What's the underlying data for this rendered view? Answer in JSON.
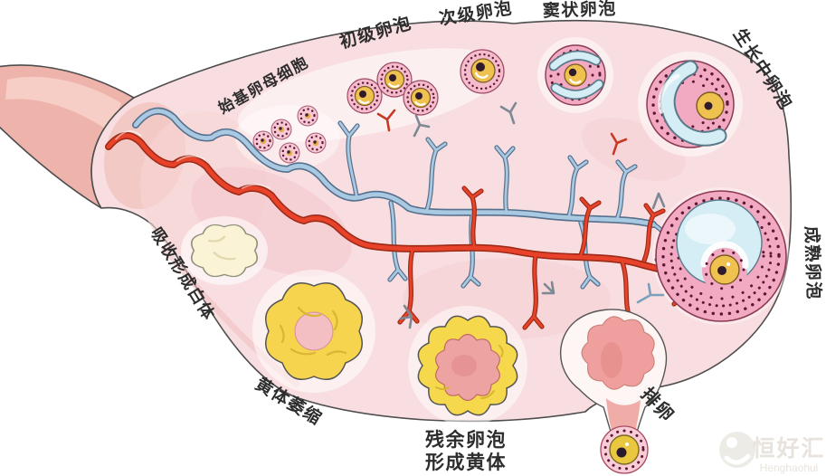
{
  "labels": {
    "primordial_oocyte": "始基卵母细胞",
    "primary_follicle": "初级卵泡",
    "secondary_follicle": "次级卵泡",
    "antral_follicle": "窦状卵泡",
    "growing_follicle": "生长中卵泡",
    "mature_follicle": "成熟卵泡",
    "ovulation": "排卵",
    "corpus_luteum_formation_line1": "残余卵泡",
    "corpus_luteum_formation_line2": "形成黄体",
    "corpus_luteum_atrophy": "黄体萎缩",
    "corpus_albicans_absorption": "吸收形成白体"
  },
  "watermark": {
    "brand": "恒好汇",
    "brand_romanized": "Henghaohui"
  },
  "colors": {
    "ovary_body": "#f9dee1",
    "stalk": "#eeb4ac",
    "artery_red": "#e8432a",
    "vein_blue": "#a9c9e2",
    "follicle_pink": "#f2a9c2",
    "oocyte_yellow": "#efc24f",
    "antrum_blue": "#d5edf5",
    "corpus_luteum_yellow": "#f6d84c",
    "corpus_luteum_core_pink": "#eca3a2",
    "corpus_albicans_cream": "#faf3d6",
    "label_text": "#2d2d2d"
  }
}
